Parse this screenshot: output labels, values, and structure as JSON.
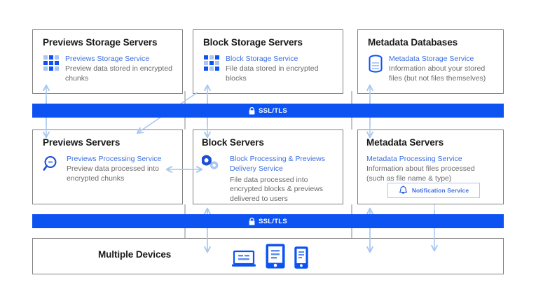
{
  "theme": {
    "accent_blue": "#0d53f2",
    "link_blue": "#3d6fe0",
    "light_blue": "#a9c4f5",
    "arrow_blue": "#a9c8f0",
    "box_border": "#808080",
    "title_color": "#1a1a1a",
    "desc_color": "#6b6b6b",
    "background": "#ffffff"
  },
  "rows": {
    "storage": {
      "boxes": [
        {
          "title": "Previews Storage Servers",
          "icon": "grid-squares-icon",
          "service_name": "Previews Storage Service",
          "service_desc": "Preview data stored in encrypted chunks"
        },
        {
          "title": "Block Storage Servers",
          "icon": "grid-squares-icon",
          "service_name": "Block Storage Service",
          "service_desc": "File data stored in encrypted blocks"
        },
        {
          "title": "Metadata Databases",
          "icon": "database-cylinder-icon",
          "service_name": "Metadata Storage Service",
          "service_desc": "Information about your stored files (but not files themselves)"
        }
      ]
    },
    "ssl_top": {
      "label": "SSL/TLS",
      "icon": "lock-icon"
    },
    "processing": {
      "boxes": [
        {
          "title": "Previews Servers",
          "icon": "magnifier-icon",
          "service_name": "Previews Processing Service",
          "service_desc": "Preview data processed into encrypted chunks"
        },
        {
          "title": "Block Servers",
          "icon": "gears-icon",
          "service_name": "Block Processing & Previews Delivery Service",
          "service_desc": "File data processed into encrypted blocks & previews delivered to users"
        },
        {
          "title": "Metadata Servers",
          "icon": "none",
          "service_name": "Metadata Processing Service",
          "service_desc": "Information about files processed (such as file name & type)",
          "notification": {
            "label": "Notification Service",
            "icon": "bell-icon"
          }
        }
      ]
    },
    "ssl_bottom": {
      "label": "SSL/TLS",
      "icon": "lock-icon"
    },
    "devices": {
      "title": "Multiple Devices",
      "items": [
        "laptop-icon",
        "tablet-icon",
        "phone-icon"
      ]
    }
  }
}
